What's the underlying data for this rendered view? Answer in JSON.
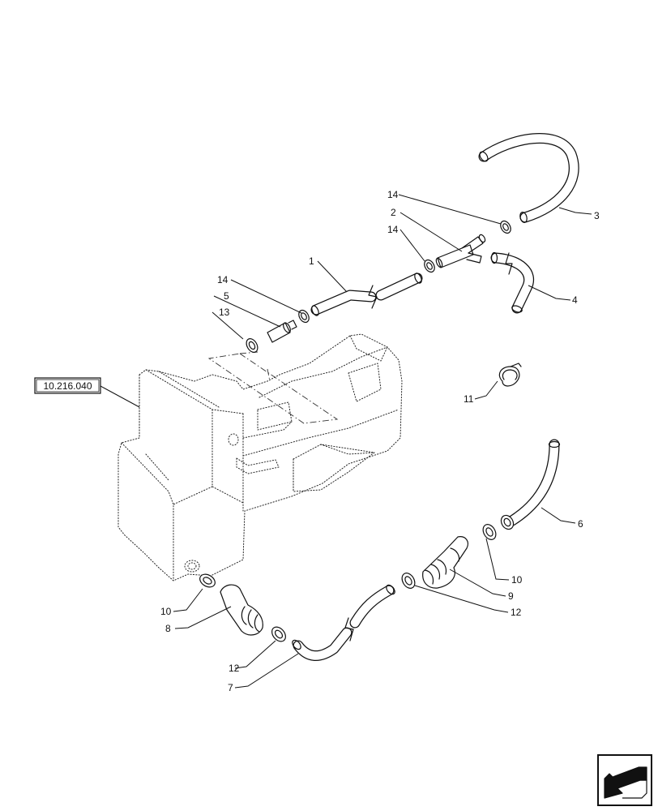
{
  "reference_box": {
    "label": "10.216.040"
  },
  "callouts": [
    {
      "id": "c1",
      "text": "1"
    },
    {
      "id": "c2",
      "text": "2"
    },
    {
      "id": "c3",
      "text": "3"
    },
    {
      "id": "c4",
      "text": "4"
    },
    {
      "id": "c5",
      "text": "5"
    },
    {
      "id": "c6",
      "text": "6"
    },
    {
      "id": "c7",
      "text": "7"
    },
    {
      "id": "c8",
      "text": "8"
    },
    {
      "id": "c9",
      "text": "9"
    },
    {
      "id": "c10a",
      "text": "10"
    },
    {
      "id": "c10b",
      "text": "10"
    },
    {
      "id": "c11",
      "text": "11"
    },
    {
      "id": "c12a",
      "text": "12"
    },
    {
      "id": "c12b",
      "text": "12"
    },
    {
      "id": "c13",
      "text": "13"
    },
    {
      "id": "c14a",
      "text": "14"
    },
    {
      "id": "c14b",
      "text": "14"
    },
    {
      "id": "c14c",
      "text": "14"
    }
  ],
  "nav_icon": "previous-page-arrow-icon"
}
